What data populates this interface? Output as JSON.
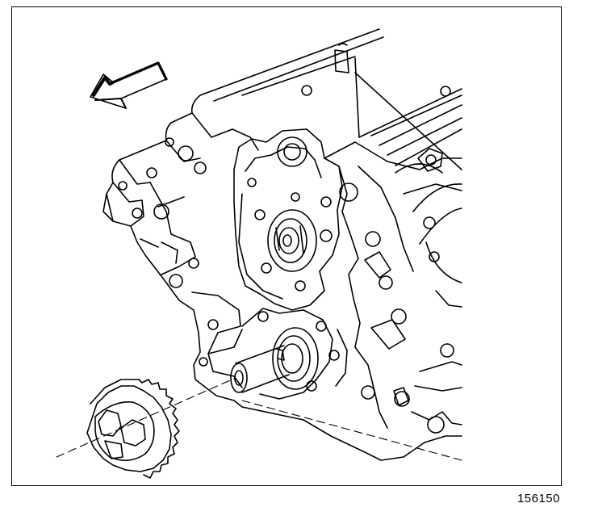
{
  "figure": {
    "id_label": "156150",
    "colors": {
      "line": "#000000",
      "background": "#ffffff"
    },
    "parts": [
      "direction-arrow",
      "engine-block",
      "timing-cover-face",
      "camshaft-thrust-plate",
      "crankshaft-snout",
      "crankshaft-sprocket",
      "centerline-dashes"
    ]
  }
}
